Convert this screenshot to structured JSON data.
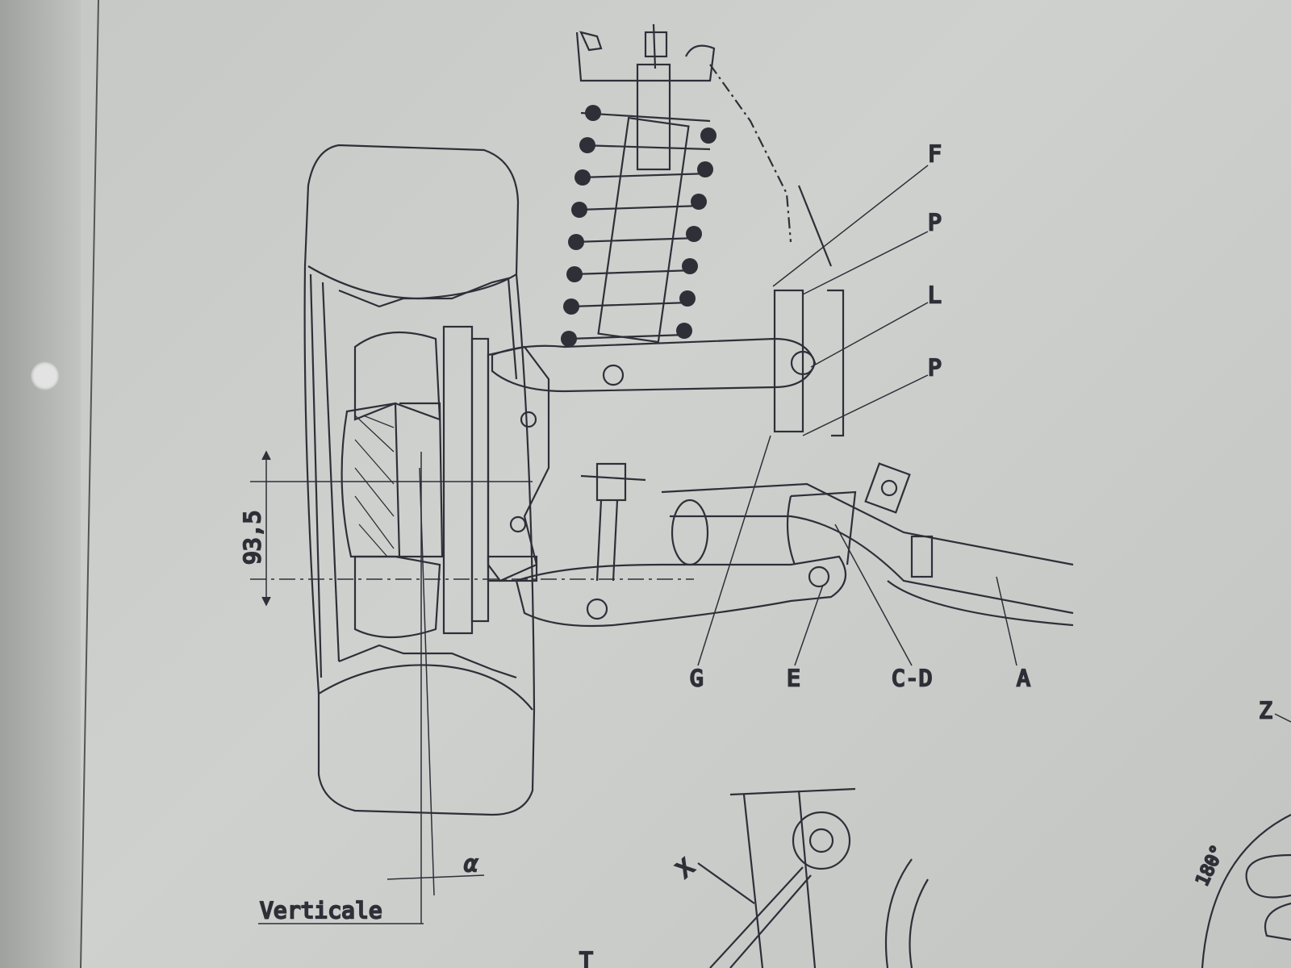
{
  "labels": {
    "F": "F",
    "P_upper": "P",
    "L": "L",
    "P_lower": "P",
    "G": "G",
    "E": "E",
    "CD": "C-D",
    "A": "A",
    "Z": "Z",
    "X": "X",
    "T": "T"
  },
  "dimensions": {
    "height": "93,5",
    "angle": "α",
    "angle_180": "180°"
  },
  "reference": {
    "vertical": "Verticale"
  }
}
